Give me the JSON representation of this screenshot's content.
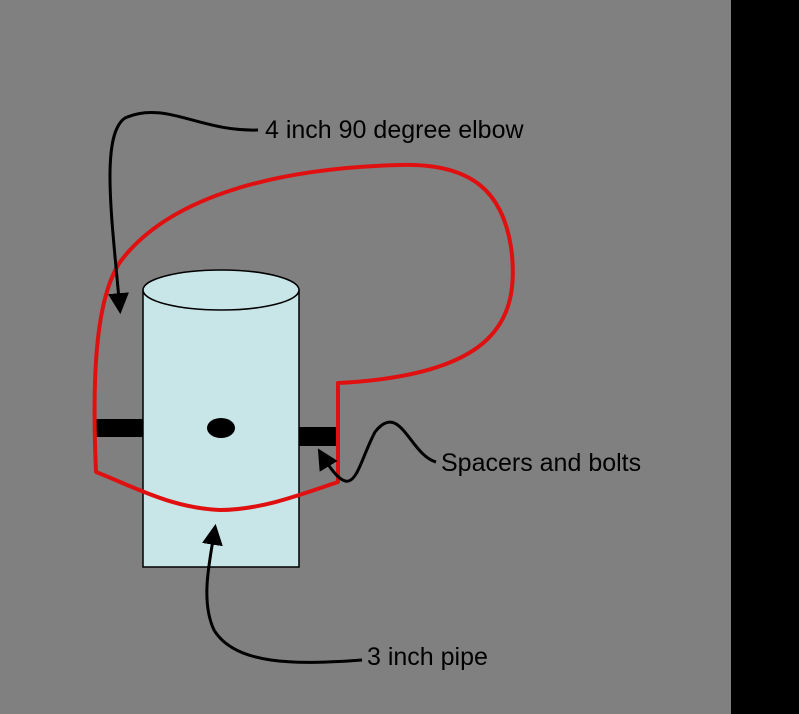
{
  "labels": {
    "elbow": "4 inch 90 degree elbow",
    "spacers": "Spacers and bolts",
    "pipe": "3 inch pipe"
  },
  "colors": {
    "frame": "#000000",
    "background": "#808080",
    "pipe_fill": "#c8e6e8",
    "elbow_outline": "#e01010",
    "ink": "#000000"
  }
}
